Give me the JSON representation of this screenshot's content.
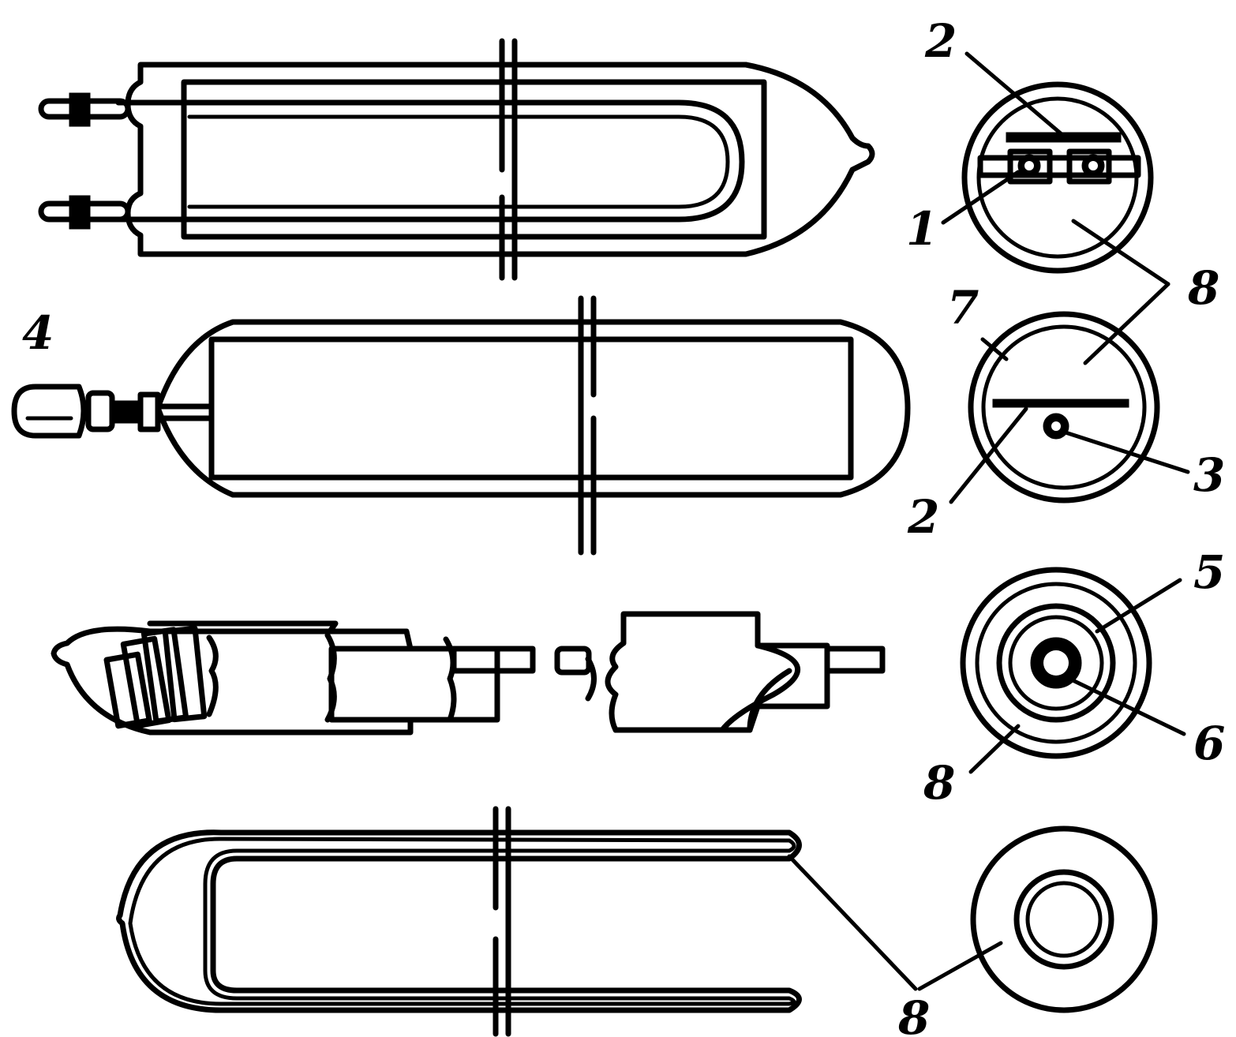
{
  "callouts": [
    {
      "id": "c2a",
      "text": "2"
    },
    {
      "id": "c1",
      "text": "1"
    },
    {
      "id": "c8a",
      "text": "8"
    },
    {
      "id": "c7",
      "text": "7"
    },
    {
      "id": "c4",
      "text": "4"
    },
    {
      "id": "c3",
      "text": "3"
    },
    {
      "id": "c2b",
      "text": "2"
    },
    {
      "id": "c5",
      "text": "5"
    },
    {
      "id": "c6",
      "text": "6"
    },
    {
      "id": "c8b",
      "text": "8"
    },
    {
      "id": "c8c",
      "text": "8"
    }
  ],
  "colors": {
    "ink": "#000000",
    "paper": "#ffffff"
  }
}
